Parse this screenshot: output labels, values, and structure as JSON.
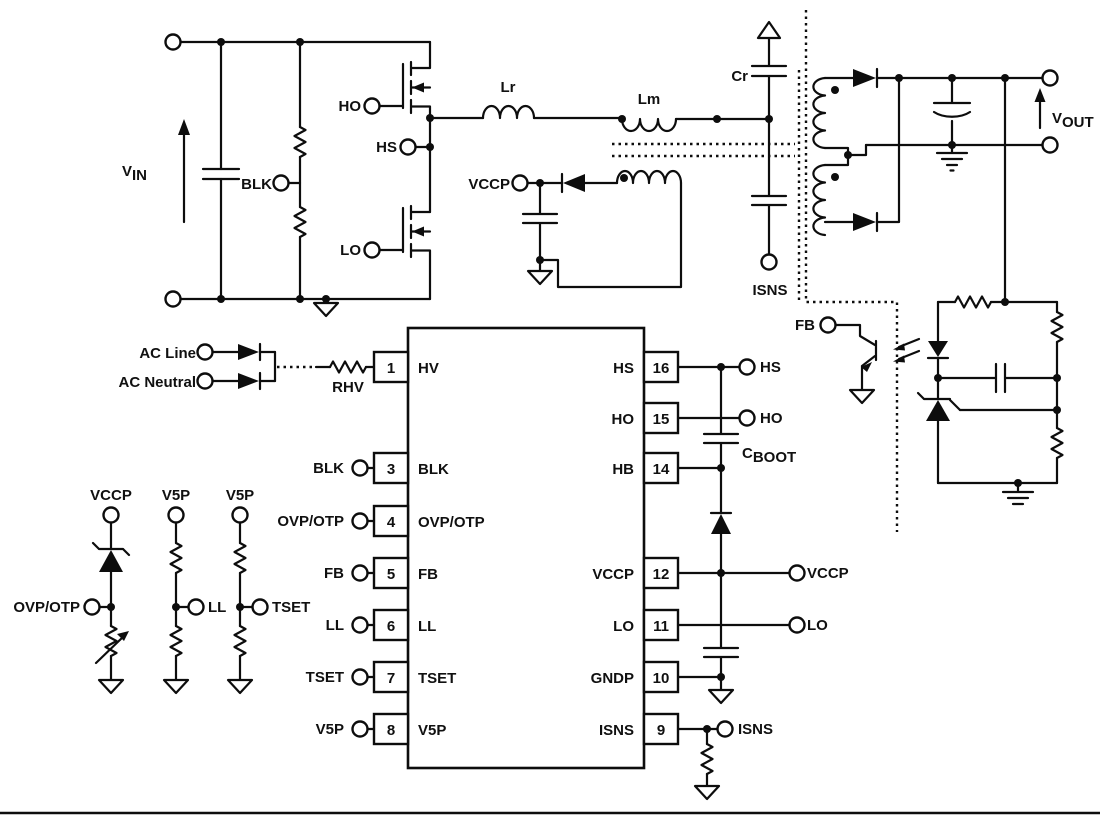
{
  "diagram": "power-converter-application-schematic",
  "colors": {
    "ink": "#0d0d0d",
    "background": "#ffffff"
  },
  "labels": {
    "vin": {
      "base": "V",
      "sub": "IN"
    },
    "vout": {
      "base": "V",
      "sub": "OUT"
    },
    "cboot": {
      "base": "C",
      "sub": "BOOT"
    },
    "blk_node": "BLK",
    "ho_gate": "HO",
    "hs_node": "HS",
    "lo_gate": "LO",
    "lr": "Lr",
    "lm": "Lm",
    "cr": "Cr",
    "vccp_aux": "VCCP",
    "isns_cap": "ISNS",
    "fb_opto": "FB",
    "ac_line": "AC Line",
    "ac_neutral": "AC Neutral",
    "rhv": "RHV",
    "left_ext": {
      "blk": "BLK",
      "ovp": "OVP/OTP",
      "fb": "FB",
      "ll": "LL",
      "tset": "TSET",
      "v5p": "V5P"
    },
    "right_ext": {
      "hs": "HS",
      "ho": "HO",
      "vccp": "VCCP",
      "lo": "LO",
      "isns": "ISNS"
    },
    "bias": {
      "vccp_rail": "VCCP",
      "v5p_rail_a": "V5P",
      "v5p_rail_b": "V5P",
      "ovp_node": "OVP/OTP",
      "ll_node": "LL",
      "tset_node": "TSET"
    }
  },
  "ic": {
    "left_pins": [
      {
        "num": "1",
        "name": "HV"
      },
      {
        "num": "3",
        "name": "BLK"
      },
      {
        "num": "4",
        "name": "OVP/OTP"
      },
      {
        "num": "5",
        "name": "FB"
      },
      {
        "num": "6",
        "name": "LL"
      },
      {
        "num": "7",
        "name": "TSET"
      },
      {
        "num": "8",
        "name": "V5P"
      }
    ],
    "right_pins": [
      {
        "num": "16",
        "name": "HS"
      },
      {
        "num": "15",
        "name": "HO"
      },
      {
        "num": "14",
        "name": "HB"
      },
      {
        "num": "12",
        "name": "VCCP"
      },
      {
        "num": "11",
        "name": "LO"
      },
      {
        "num": "10",
        "name": "GNDP"
      },
      {
        "num": "9",
        "name": "ISNS"
      }
    ]
  }
}
